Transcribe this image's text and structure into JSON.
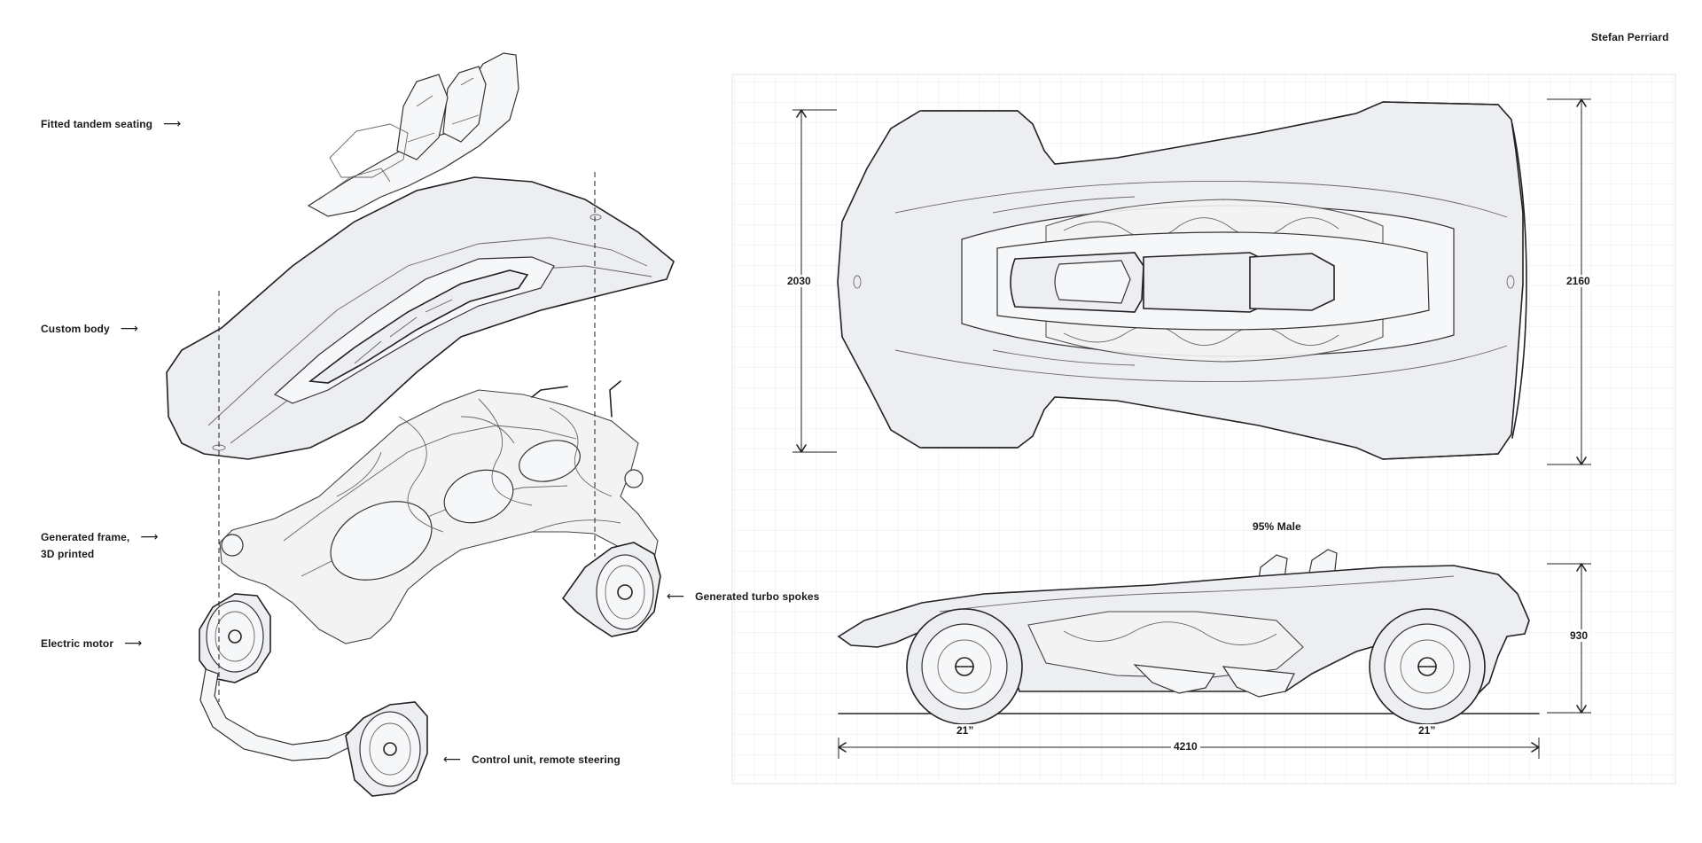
{
  "author": "Stefan Perriard",
  "callouts": {
    "seating": "Fitted tandem seating",
    "body": "Custom body",
    "frame_line1": "Generated frame,",
    "frame_line2": "3D printed",
    "motor": "Electric motor",
    "spokes": "Generated turbo spokes",
    "control": "Control unit, remote steering"
  },
  "top_view": {
    "width_front": "2030",
    "width_rear": "2160"
  },
  "side_view": {
    "occupant_label": "95% Male",
    "height": "930",
    "wheel_front": "21”",
    "wheel_rear": "21”",
    "length": "4210"
  },
  "colors": {
    "body_grey": "#eceef2",
    "ink": "#222222",
    "grid": "#e6e6e6",
    "rear_accent": "#9a3030"
  }
}
